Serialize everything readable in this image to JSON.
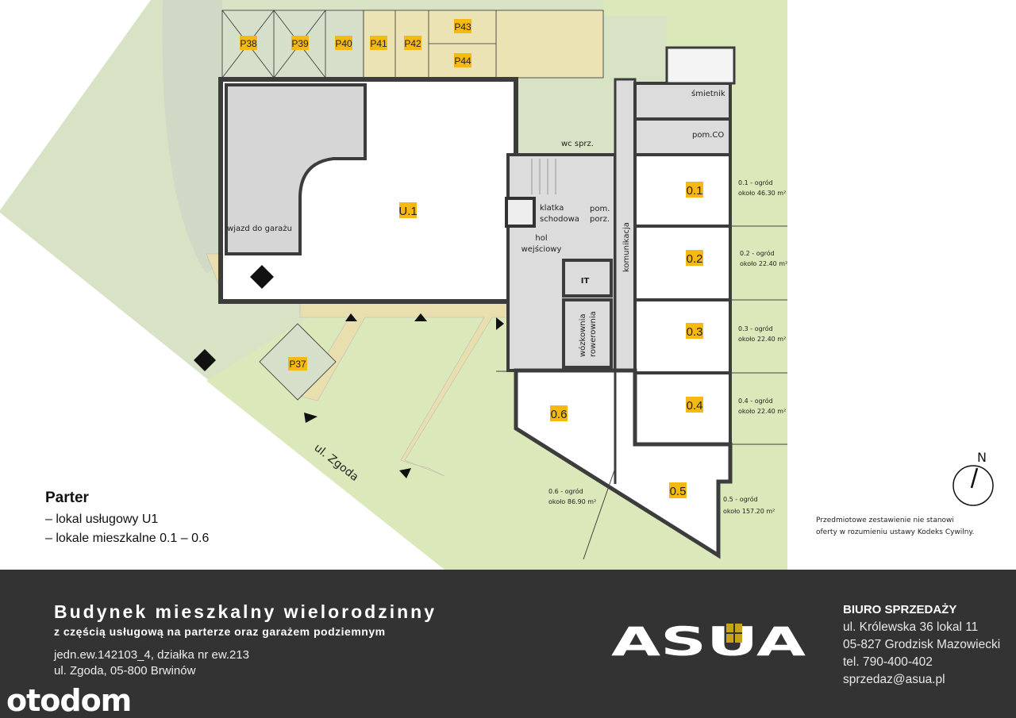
{
  "colors": {
    "garden": "#d9e7b8",
    "site": "#d7e3c4",
    "path": "#e9dfae",
    "label": "#f6b913",
    "wall": "#3c3c3c",
    "core": "#dcdcdc",
    "band": "#333333"
  },
  "parking": [
    "P38",
    "P39",
    "P40",
    "P41",
    "P42",
    "P43",
    "P44",
    "P37"
  ],
  "rooms": {
    "garage_entry": "wjazd do garażu",
    "u1": "U.1",
    "wc": "wc sprz.",
    "smietnik": "śmietnik",
    "pom_co": "pom.CO",
    "klatka_1": "klatka",
    "klatka_2": "schodowa",
    "pom_porz_1": "pom.",
    "pom_porz_2": "porz.",
    "hol_1": "hol",
    "hol_2": "wejściowy",
    "komunikacja": "komunikacja",
    "it": "IT",
    "wozkownia_1": "wózkownia",
    "wozkownia_2": "rowerownia"
  },
  "units": [
    "0.1",
    "0.2",
    "0.3",
    "0.4",
    "0.5",
    "0.6"
  ],
  "gardens": [
    {
      "name": "0.1 - ogród",
      "area": "około 46.30 m²"
    },
    {
      "name": "0.2 - ogród",
      "area": "około 22.40 m²"
    },
    {
      "name": "0.3 - ogród",
      "area": "około 22.40 m²"
    },
    {
      "name": "0.4 - ogród",
      "area": "około 22.40 m²"
    },
    {
      "name": "0.5 - ogród",
      "area": "około 157.20 m²"
    },
    {
      "name": "0.6 - ogród",
      "area": "około 86.90 m²"
    }
  ],
  "street": "ul. Zgoda",
  "compass": "N",
  "legend": {
    "title": "Parter",
    "items": [
      "– lokal usługowy U1",
      "– lokale mieszkalne 0.1 – 0.6"
    ]
  },
  "disclaimer": [
    "Przedmiotowe zestawienie nie stanowi",
    "oferty w rozumieniu ustawy Kodeks Cywilny."
  ],
  "footer": {
    "title": "Budynek mieszkalny wielorodzinny",
    "subtitle": "z częścią usługową na parterze oraz garażem podziemnym",
    "address": [
      "jedn.ew.142103_4, działka nr ew.213",
      "ul. Zgoda, 05-800 Brwinów"
    ],
    "watermark": "otodom",
    "logo": "ASUA",
    "office": {
      "heading": "BIURO SPRZEDAŻY",
      "lines": [
        "ul. Królewska 36 lokal 11",
        "05-827 Grodzisk Mazowiecki",
        "tel. 790-400-402",
        "sprzedaz@asua.pl"
      ]
    }
  }
}
